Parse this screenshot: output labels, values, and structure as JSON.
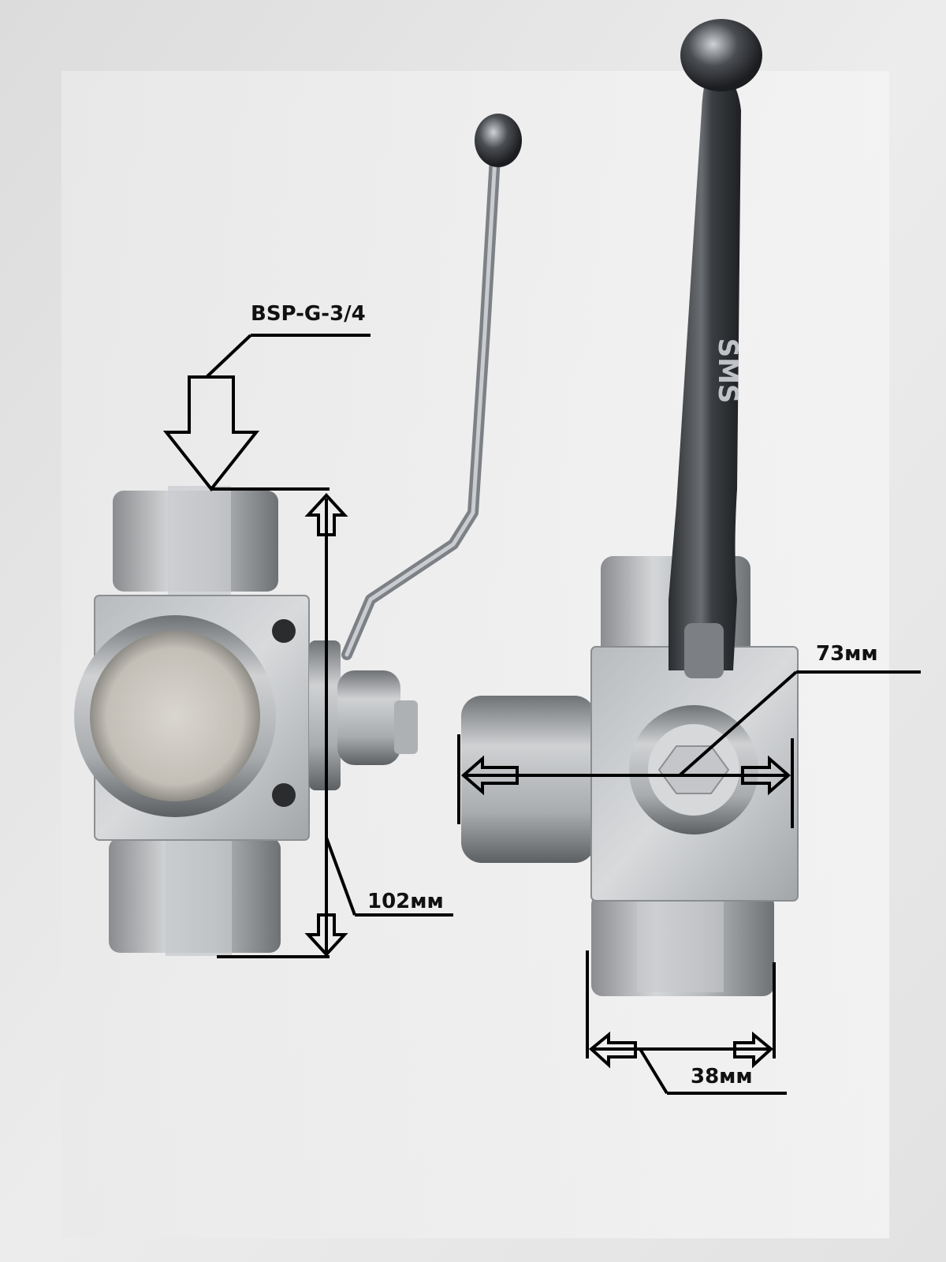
{
  "annotations": {
    "thread_spec": "BSP-G-3/4",
    "height_dim": "102мм",
    "width_dim": "73мм",
    "port_dim": "38мм"
  },
  "handle_marking": "SMS"
}
